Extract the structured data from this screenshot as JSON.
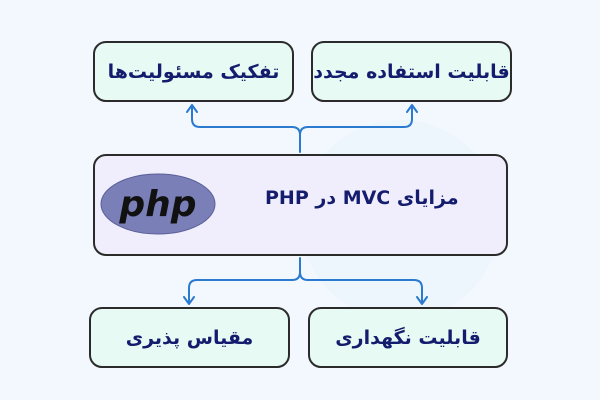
{
  "diagram": {
    "title": "مزایای MVC در PHP",
    "logo": {
      "text": "php",
      "icon": "php-logo-icon",
      "color": "#7a7fb8"
    },
    "branches_top": [
      {
        "label": "قابلیت استفاده مجدد"
      },
      {
        "label": "تفکیک مسئولیت‌ها"
      }
    ],
    "branches_bottom": [
      {
        "label": "قابلیت نگهداری"
      },
      {
        "label": "مقیاس پذیری"
      }
    ],
    "colors": {
      "background": "#f3f8fe",
      "leaf_fill": "#e7faf4",
      "center_fill": "#f0eefc",
      "text": "#141c6e",
      "arrow": "#2a7ad0",
      "border": "#2b2b2b"
    }
  }
}
